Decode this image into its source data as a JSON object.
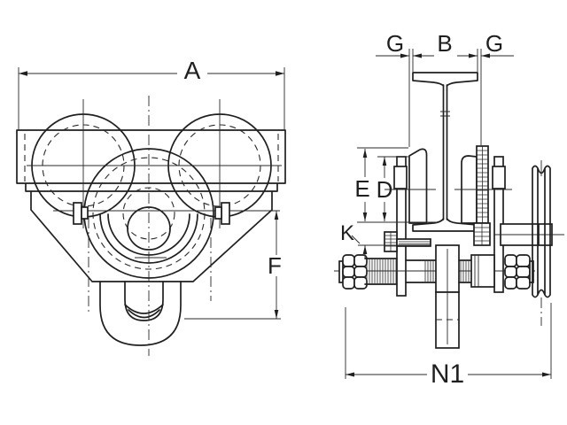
{
  "drawing": {
    "kind": "engineering-diagram",
    "subject": "push beam trolley, front and side orthographic views",
    "line_color": "#1f1f1f",
    "background": "#ffffff"
  },
  "dimensions": {
    "A": "A",
    "G_left": "G",
    "B": "B",
    "G_right": "G",
    "E": "E",
    "D": "D",
    "K": "K",
    "F": "F",
    "N1": "N1"
  }
}
